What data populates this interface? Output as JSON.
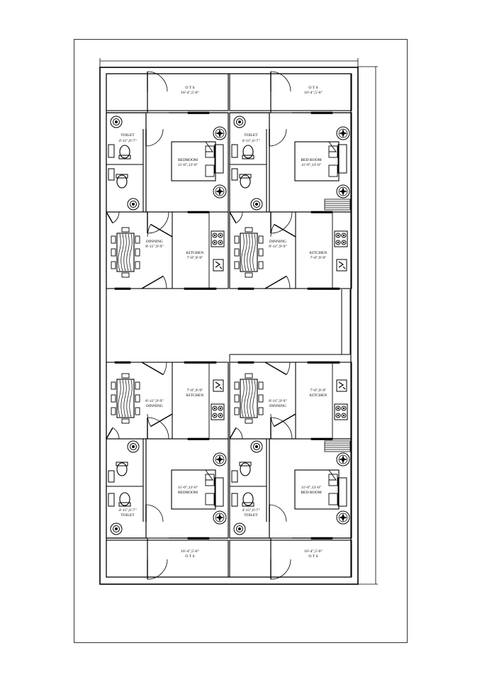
{
  "units": [
    {
      "id": "top-left",
      "ots": {
        "name": "O T S",
        "size": "16'-4\",5'-0\""
      },
      "toilet": {
        "name": "TOILET",
        "size": "4'-11\",6'-7\""
      },
      "bedroom": {
        "name": "BEDROOM",
        "size": "11'-0\",13'-0\""
      },
      "dining": {
        "name": "DINNING",
        "size": "8'-11\",9'-9\""
      },
      "kitchen": {
        "name": "KITCHEN",
        "size": "7'-0\",9'-9\""
      }
    },
    {
      "id": "top-right",
      "ots": {
        "name": "O T S",
        "size": "16'-4\",5'-0\""
      },
      "toilet": {
        "name": "TOILET",
        "size": "4'-11\",6'-7\""
      },
      "bedroom": {
        "name": "BED ROOM",
        "size": "11'-0\",13'-0\""
      },
      "dining": {
        "name": "DINNING",
        "size": "8'-11\",9'-9\""
      },
      "kitchen": {
        "name": "KITCHEN",
        "size": "7'-0\",9'-9\""
      }
    },
    {
      "id": "bottom-left",
      "ots": {
        "name": "O T S",
        "size": "16'-4\",5'-0\""
      },
      "toilet": {
        "name": "TOILET",
        "size": "4'-11\",6'-7\""
      },
      "bedroom": {
        "name": "BEDROOM",
        "size": "11'-0\",13'-0\""
      },
      "dining": {
        "name": "DINNING",
        "size": "8'-11\",9'-9\""
      },
      "kitchen": {
        "name": "KITCHEN",
        "size": "7'-0\",9'-9\""
      }
    },
    {
      "id": "bottom-right",
      "ots": {
        "name": "O T S",
        "size": "16'-4\",5'-0\""
      },
      "toilet": {
        "name": "TOILET",
        "size": "4'-11\",6'-7\""
      },
      "bedroom": {
        "name": "BED ROOM",
        "size": "11'-0\",13'-0\""
      },
      "dining": {
        "name": "DINNING",
        "size": "8'-11\",9'-9\""
      },
      "kitchen": {
        "name": "KITCHEN",
        "size": "7'-0\",9'-9\""
      }
    }
  ]
}
